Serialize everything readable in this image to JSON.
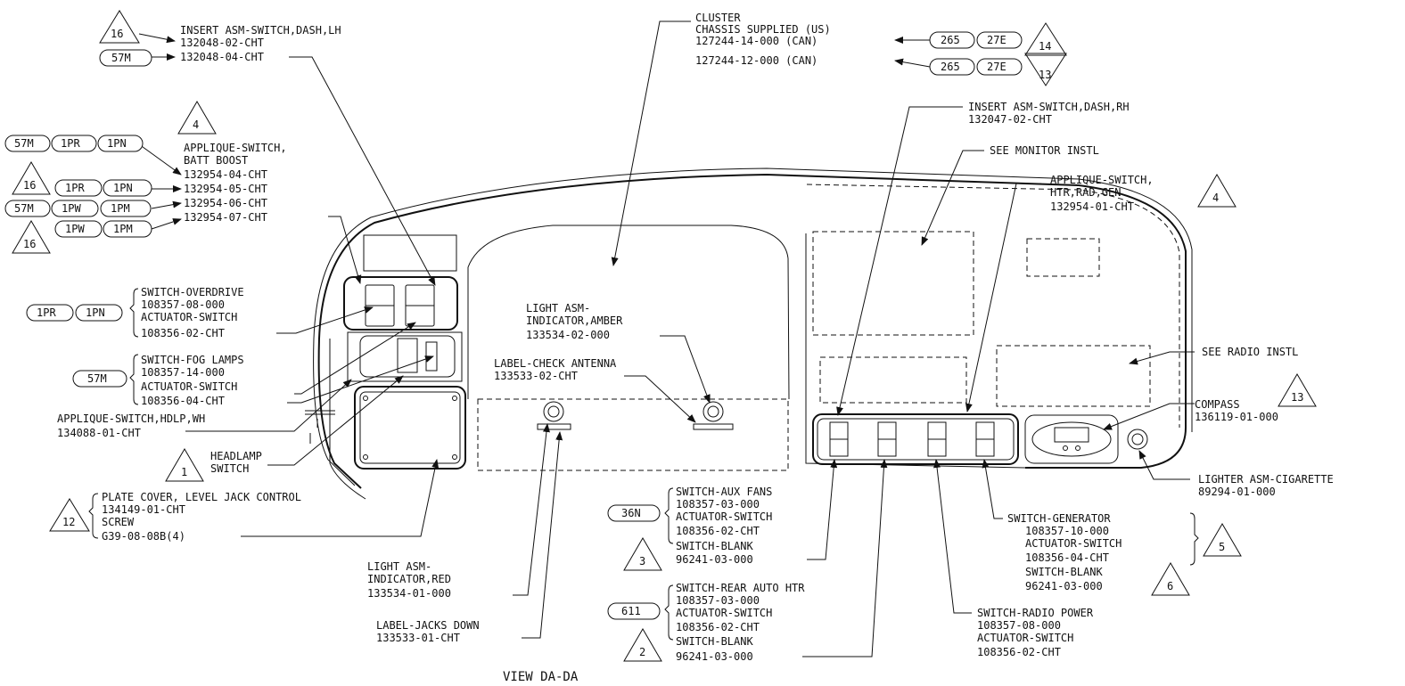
{
  "view_title": "VIEW DA-DA",
  "colors": {
    "ink": "#111111",
    "paper": "#ffffff"
  },
  "callouts": {
    "insert_lh": {
      "title": "INSERT ASM-SWITCH,DASH,LH",
      "parts": [
        "132048-02-CHT",
        "132048-04-CHT"
      ],
      "delta": "16",
      "option": "57M"
    },
    "cluster": {
      "title": "CLUSTER",
      "line2": "CHASSIS SUPPLIED (US)",
      "parts": [
        "127244-14-000 (CAN)",
        "127244-12-000 (CAN)"
      ],
      "options_a": [
        "265",
        "27E"
      ],
      "options_b": [
        "265",
        "27E"
      ],
      "delta_a": "14",
      "delta_b": "13"
    },
    "batt_boost": {
      "title": "APPLIQUE-SWITCH,",
      "title2": "BATT BOOST",
      "parts": [
        "132954-04-CHT",
        "132954-05-CHT",
        "132954-06-CHT",
        "132954-07-CHT"
      ],
      "delta_top": "4",
      "row1": [
        "57M",
        "1PR",
        "1PN"
      ],
      "row2": [
        "1PR",
        "1PN"
      ],
      "row3": [
        "57M",
        "1PW",
        "1PM"
      ],
      "row4": [
        "1PW",
        "1PM"
      ],
      "delta_2": "16",
      "delta_4": "16"
    },
    "insert_rh": {
      "title": "INSERT ASM-SWITCH,DASH,RH",
      "part": "132047-02-CHT"
    },
    "monitor": {
      "text": "SEE MONITOR INSTL"
    },
    "applique_htr": {
      "title": "APPLIQUE-SWITCH,",
      "title2": "HTR,RAD,GEN",
      "part": "132954-01-CHT",
      "delta": "4"
    },
    "overdrive": {
      "lines": [
        "SWITCH-OVERDRIVE",
        "108357-08-000",
        "ACTUATOR-SWITCH",
        "108356-02-CHT"
      ],
      "options": [
        "1PR",
        "1PN"
      ]
    },
    "light_amber": {
      "lines": [
        "LIGHT ASM-",
        "INDICATOR,AMBER",
        "133534-02-000"
      ]
    },
    "fog": {
      "lines": [
        "SWITCH-FOG LAMPS",
        "108357-14-000",
        "ACTUATOR-SWITCH",
        "108356-04-CHT"
      ],
      "option": "57M"
    },
    "label_antenna": {
      "lines": [
        "LABEL-CHECK ANTENNA",
        "133533-02-CHT"
      ]
    },
    "radio": {
      "text": "SEE RADIO INSTL"
    },
    "compass": {
      "title": "COMPASS",
      "part": "136119-01-000",
      "delta": "13"
    },
    "applique_hdlp": {
      "lines": [
        "APPLIQUE-SWITCH,HDLP,WH",
        "134088-01-CHT"
      ]
    },
    "headlamp": {
      "lines": [
        "HEADLAMP",
        "SWITCH"
      ],
      "delta": "1"
    },
    "lighter": {
      "lines": [
        "LIGHTER ASM-CIGARETTE",
        "89294-01-000"
      ]
    },
    "plate": {
      "lines": [
        "PLATE COVER, LEVEL JACK CONTROL",
        "134149-01-CHT",
        "SCREW",
        "G39-08-08B(4)"
      ],
      "delta": "12"
    },
    "aux_fans": {
      "lines": [
        "SWITCH-AUX FANS",
        "108357-03-000",
        "ACTUATOR-SWITCH",
        "108356-02-CHT"
      ],
      "blank": [
        "SWITCH-BLANK",
        "96241-03-000"
      ],
      "option": "36N",
      "delta": "3"
    },
    "generator": {
      "lines": [
        "SWITCH-GENERATOR",
        "108357-10-000",
        "ACTUATOR-SWITCH",
        "108356-04-CHT"
      ],
      "blank": [
        "SWITCH-BLANK",
        "96241-03-000"
      ],
      "delta_a": "5",
      "delta_b": "6"
    },
    "light_red": {
      "lines": [
        "LIGHT ASM-",
        "INDICATOR,RED",
        "133534-01-000"
      ]
    },
    "jacks_down": {
      "lines": [
        "LABEL-JACKS DOWN",
        "133533-01-CHT"
      ]
    },
    "rear_htr": {
      "lines": [
        "SWITCH-REAR AUTO HTR",
        "108357-03-000",
        "ACTUATOR-SWITCH",
        "108356-02-CHT"
      ],
      "blank": [
        "SWITCH-BLANK",
        "96241-03-000"
      ],
      "option": "611",
      "delta": "2"
    },
    "radio_power": {
      "lines": [
        "SWITCH-RADIO POWER",
        "108357-08-000",
        "ACTUATOR-SWITCH",
        "108356-02-CHT"
      ]
    }
  }
}
